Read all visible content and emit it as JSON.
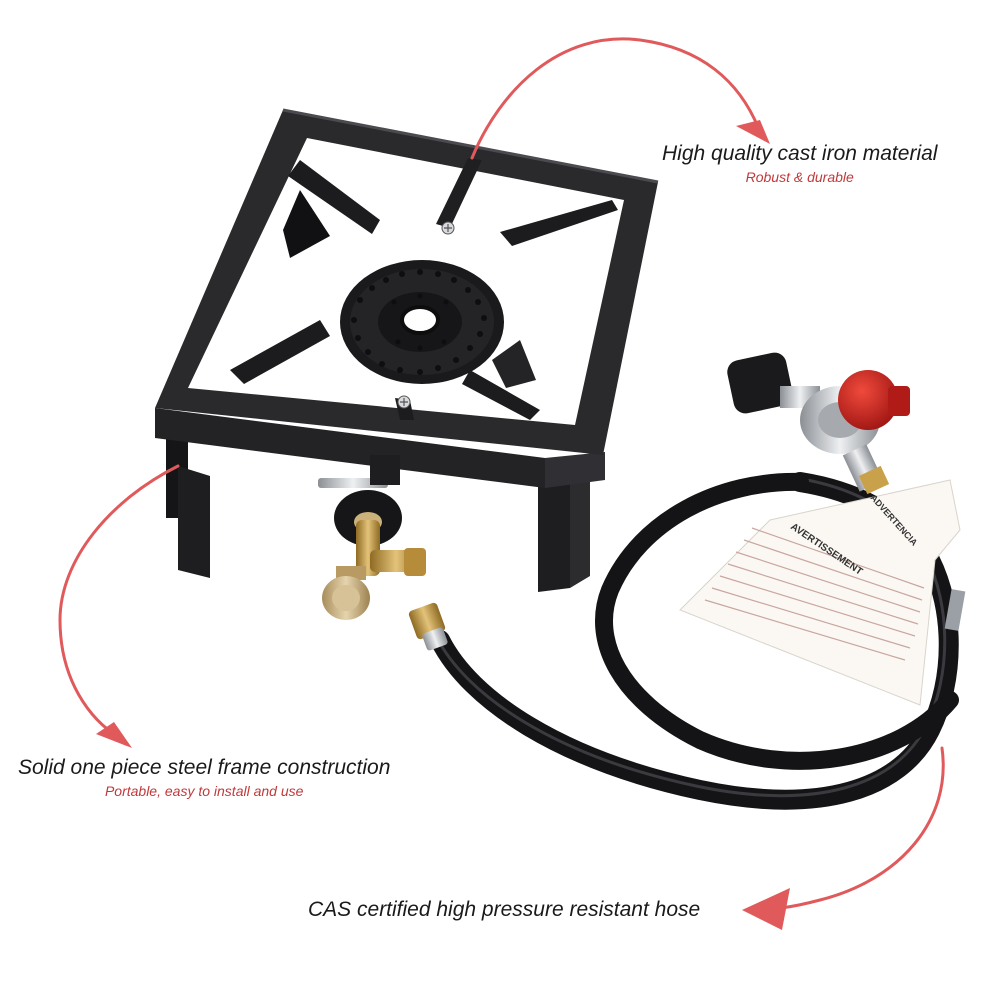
{
  "callouts": {
    "iron": {
      "title": "High quality cast iron material",
      "subtitle": "Robust & durable"
    },
    "frame": {
      "title": "Solid one piece steel frame construction",
      "subtitle": "Portable, easy to install and use"
    },
    "hose": {
      "title": "CAS certified high pressure resistant hose"
    }
  },
  "warning_tag": {
    "heading": "AVERTISSEMENT",
    "side_label": "ADVERTENCIA"
  },
  "colors": {
    "arrow": "#e05a5c",
    "frame": "#1f1f21",
    "regulator_cap": "#c8201e",
    "brass": "#c9a14a",
    "text_accent": "#c0393b"
  }
}
